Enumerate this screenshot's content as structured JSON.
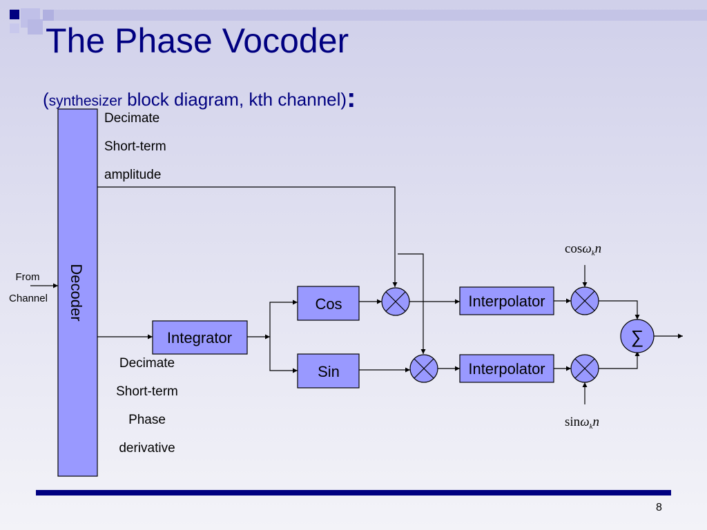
{
  "slide": {
    "title": "The Phase Vocoder",
    "subtitle_open": "(",
    "subtitle_small": "synthesizer",
    "subtitle_main": " block diagram, kth channel)",
    "subtitle_colon": ":",
    "page_number": "8"
  },
  "diagram": {
    "input_label_1": "From",
    "input_label_2": "Channel",
    "decoder_label": "Decoder",
    "top_note": [
      "Decimate",
      "Short-term",
      "amplitude"
    ],
    "bottom_note": [
      "Decimate",
      "Short-term",
      "Phase",
      "derivative"
    ],
    "integrator_label": "Integrator",
    "cos_label": "Cos",
    "sin_label": "Sin",
    "interpolator_top_label": "Interpolator",
    "interpolator_bottom_label": "Interpolator",
    "sum_symbol": "∑",
    "carrier_top": {
      "func": "cos",
      "omega": "ω",
      "sub": "k",
      "var": "n"
    },
    "carrier_bottom": {
      "func": "sin",
      "omega": "ω",
      "sub": "k",
      "var": "n"
    }
  },
  "colors": {
    "title": "#000080",
    "block_fill": "#9999ff",
    "line": "#000000",
    "footer_rule": "#000080"
  }
}
